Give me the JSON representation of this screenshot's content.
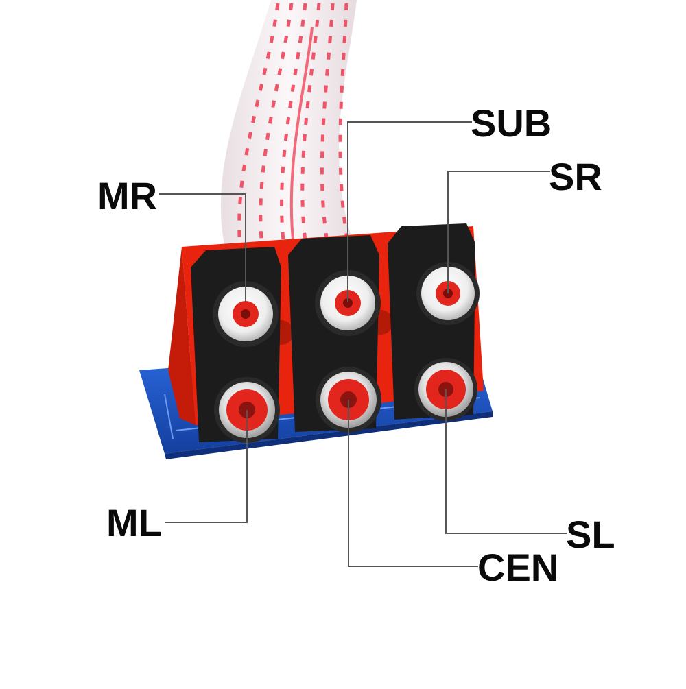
{
  "labels": {
    "mr": "MR",
    "sub": "SUB",
    "sr": "SR",
    "ml": "ML",
    "sl": "SL",
    "cen": "CEN"
  },
  "colors": {
    "cable_red": "#ef3b52",
    "cable_white": "#f4eef0",
    "housing_red": "#e8240e",
    "jack_black": "#1c1c1c",
    "pcb_blue": "#1a53c6",
    "ring_white": "#f2f2f2",
    "ring_red": "#e3261d",
    "leader_line": "#555555"
  }
}
